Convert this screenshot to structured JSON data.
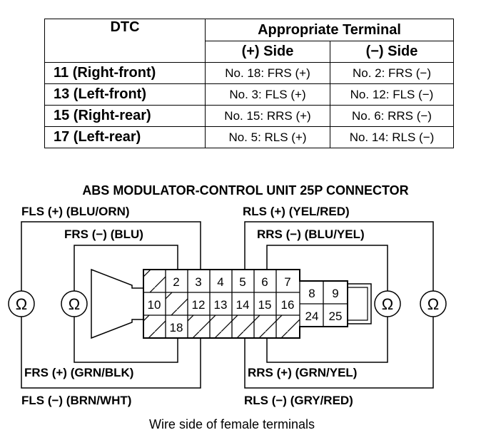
{
  "table": {
    "header_dtc": "DTC",
    "header_terminal": "Appropriate Terminal",
    "header_plus": "(+) Side",
    "header_minus": "(−) Side",
    "rows": [
      {
        "dtc": "11 (Right-front)",
        "plus": "No. 18: FRS (+)",
        "minus": "No. 2: FRS (−)"
      },
      {
        "dtc": "13 (Left-front)",
        "plus": "No. 3: FLS (+)",
        "minus": "No. 12: FLS (−)"
      },
      {
        "dtc": "15 (Right-rear)",
        "plus": "No. 15: RRS (+)",
        "minus": "No. 6: RRS (−)"
      },
      {
        "dtc": "17 (Left-rear)",
        "plus": "No. 5: RLS (+)",
        "minus": "No. 14: RLS (−)"
      }
    ]
  },
  "diagram": {
    "title": "ABS MODULATOR-CONTROL UNIT 25P CONNECTOR",
    "labels": {
      "fls_plus": "FLS (+) (BLU/ORN)",
      "frs_minus": "FRS (−) (BLU)",
      "rls_plus": "RLS (+) (YEL/RED)",
      "rrs_minus": "RRS (−) (BLU/YEL)",
      "frs_plus": "FRS (+) (GRN/BLK)",
      "fls_minus": "FLS (−) (BRN/WHT)",
      "rrs_plus": "RRS (+) (GRN/YEL)",
      "rls_minus": "RLS (−) (GRY/RED)"
    },
    "ohm_symbol": "Ω",
    "pins": {
      "p2": "2",
      "p3": "3",
      "p4": "4",
      "p5": "5",
      "p6": "6",
      "p7": "7",
      "p8": "8",
      "p9": "9",
      "p10": "10",
      "p12": "12",
      "p13": "13",
      "p14": "14",
      "p15": "15",
      "p16": "16",
      "p18": "18",
      "p24": "24",
      "p25": "25"
    },
    "caption": "Wire side of female terminals"
  }
}
